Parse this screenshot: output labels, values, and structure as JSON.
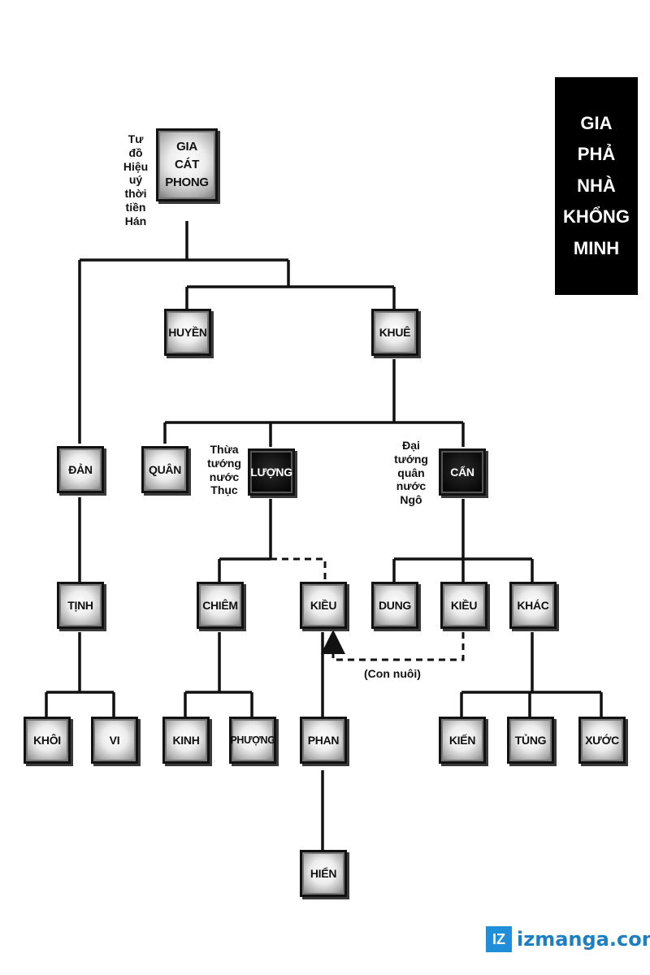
{
  "title": "GIA\nPHẢ\nNHÀ\nKHỔNG\nMINH",
  "adopt_label": "(Con nuôi)",
  "watermark": {
    "icon": "IZ",
    "text": "izmanga.com"
  },
  "notes": {
    "root": "Tư\nđồ\nHiệu\nuý\nthời\ntiền\nHán",
    "luong": "Thừa\ntướng\nnước\nThục",
    "can": "Đại\ntướng\nquân\nnước\nNgô"
  },
  "nodes": {
    "gia_cat_phong": "GIA\nCÁT\nPHONG",
    "huyen": "HUYỀN",
    "khue": "KHUÊ",
    "dan": "ĐẢN",
    "quan": "QUÂN",
    "luong": "LƯỢNG",
    "can": "CẨN",
    "tinh": "TỊNH",
    "chiem": "CHIÊM",
    "kieu_1": "KIỀU",
    "dung": "DUNG",
    "kieu_2": "KIỀU",
    "khac": "KHÁC",
    "khoi": "KHÔI",
    "vi": "VI",
    "kinh": "KINH",
    "phuong": "PHƯỢNG",
    "phan": "PHAN",
    "kien": "KIẾN",
    "tung": "TỦNG",
    "xuoc": "XƯỚC",
    "hien": "HIỂN"
  }
}
